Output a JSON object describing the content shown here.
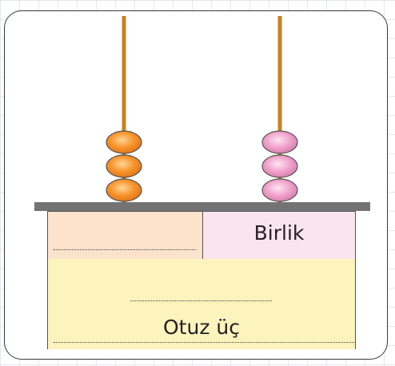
{
  "abacus": {
    "rods": [
      {
        "place": "tens",
        "beads": 3,
        "bead_color": "#f7962d"
      },
      {
        "place": "ones",
        "beads": 3,
        "bead_color": "#f1a4cc"
      }
    ],
    "rod_color": "#c8821e",
    "base_color": "#737373"
  },
  "table": {
    "tens_label": "",
    "ones_label": "Birlik",
    "number_in_words": "Otuz üç"
  },
  "colors": {
    "tens_cell": "#fde2cc",
    "ones_cell": "#fae4ef",
    "words_box": "#fdf3bd"
  }
}
